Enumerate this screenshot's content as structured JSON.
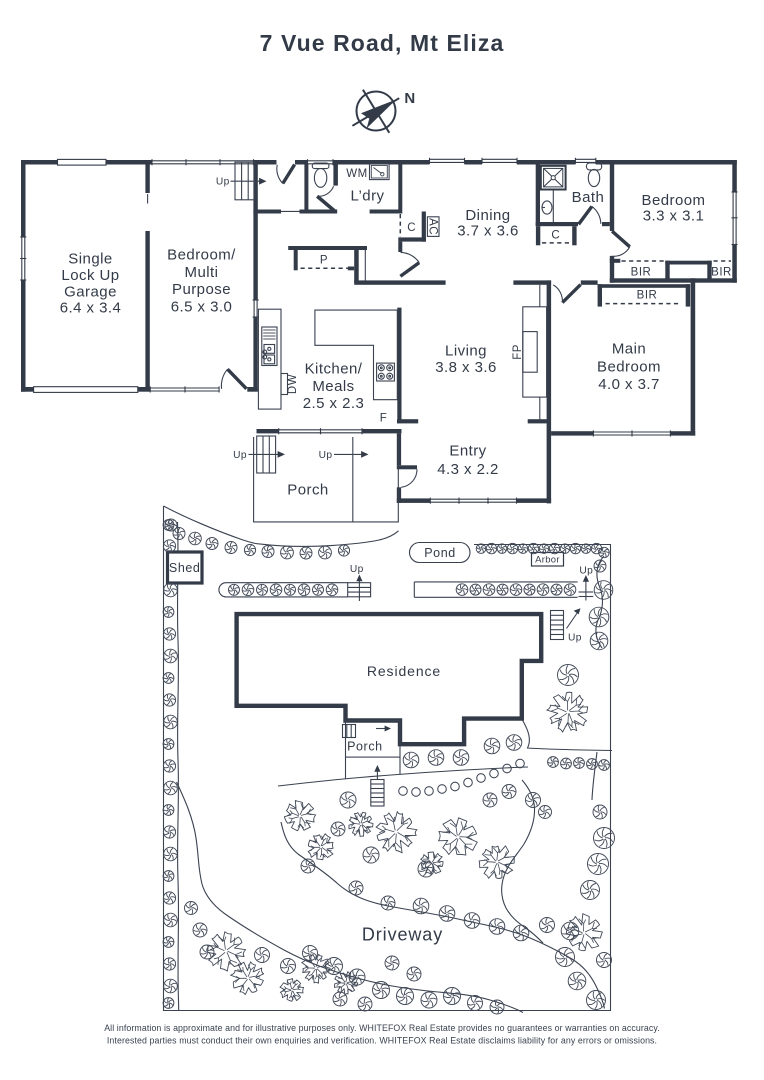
{
  "title": "7 Vue Road, Mt Eliza",
  "compass": {
    "north_label": "N"
  },
  "floor_plan": {
    "rooms": {
      "garage": {
        "line1": "Single",
        "line2": "Lock Up",
        "line3": "Garage",
        "dims": "6.4 x 3.4"
      },
      "bed_multi": {
        "line1": "Bedroom/",
        "line2": "Multi",
        "line3": "Purpose",
        "dims": "6.5 x 3.0"
      },
      "dining": {
        "name": "Dining",
        "dims": "3.7 x 3.6"
      },
      "bedroom": {
        "name": "Bedroom",
        "dims": "3.3 x 3.1"
      },
      "living": {
        "name": "Living",
        "dims": "3.8 x 3.6"
      },
      "main_bedroom": {
        "line1": "Main",
        "line2": "Bedroom",
        "dims": "4.0 x 3.7"
      },
      "kitchen": {
        "line1": "Kitchen/",
        "line2": "Meals",
        "dims": "2.5 x 2.3"
      },
      "entry": {
        "name": "Entry",
        "dims": "4.3 x 2.2"
      },
      "laundry": {
        "name": "L’dry"
      },
      "bath": {
        "name": "Bath"
      },
      "porch": {
        "name": "Porch"
      }
    },
    "labels": {
      "wm": "WM",
      "c": "C",
      "p": "P",
      "ac": "AC",
      "dw": "DW",
      "fp": "FP",
      "f": "F",
      "bir": "BIR",
      "up": "Up"
    }
  },
  "site_plan": {
    "shed": "Shed",
    "pond": "Pond",
    "arbor": "Arbor",
    "residence": "Residence",
    "porch": "Porch",
    "driveway": "Driveway",
    "up": "Up"
  },
  "footer": {
    "line1": "All information is approximate and for illustrative purposes only. WHITEFOX Real Estate provides no guarantees or warranties on accuracy.",
    "line2": "Interested parties must conduct their own enquiries and verification. WHITEFOX Real Estate disclaims liability for any errors or omissions."
  },
  "colors": {
    "ink": "#333b48",
    "background": "#ffffff"
  }
}
